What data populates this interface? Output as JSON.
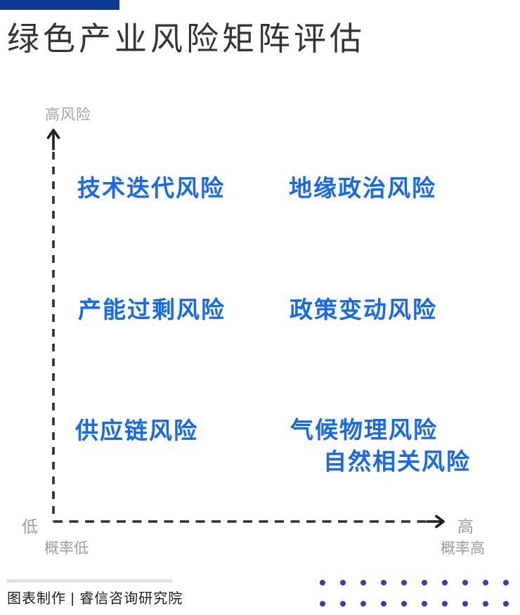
{
  "header": {
    "accent_bar_color": "#0d3a94",
    "title": "绿色产业风险矩阵评估"
  },
  "chart_data": {
    "type": "scatter",
    "subtype": "risk-quadrant-matrix",
    "title": "绿色产业风险矩阵评估",
    "y_axis": {
      "top_label": "高风险",
      "style": "dashed-line-with-up-arrow",
      "line_color": "#2f2f2f"
    },
    "x_axis": {
      "left_label": "低",
      "right_label": "高",
      "caption_left": "概率低",
      "caption_right": "概率高",
      "style": "dashed-line-with-right-arrow",
      "line_color": "#2f2f2f"
    },
    "label_color": "#1667f2",
    "points": [
      {
        "label": "技术迭代风险",
        "probability": "低",
        "risk_level": "高",
        "column": "left",
        "row": 1
      },
      {
        "label": "地缘政治风险",
        "probability": "高",
        "risk_level": "高",
        "column": "right",
        "row": 1
      },
      {
        "label": "产能过剩风险",
        "probability": "低",
        "risk_level": "中",
        "column": "left",
        "row": 2
      },
      {
        "label": "政策变动风险",
        "probability": "高",
        "risk_level": "中",
        "column": "right",
        "row": 2
      },
      {
        "label": "供应链风险",
        "probability": "低",
        "risk_level": "低",
        "column": "left",
        "row": 3
      },
      {
        "label": "气候物理风险",
        "probability": "高",
        "risk_level": "低",
        "column": "right",
        "row": 3
      },
      {
        "label": "自然相关风险",
        "probability": "高",
        "risk_level": "低",
        "column": "right",
        "row": 3
      }
    ],
    "legend": "none",
    "grid": "off"
  },
  "footer": {
    "credit": "图表制作 | 睿信咨询研究院",
    "divider_color": "#e2e2e2"
  },
  "decoration": {
    "dots": {
      "rows": 2,
      "cols": 10,
      "color": "#383cba"
    }
  }
}
